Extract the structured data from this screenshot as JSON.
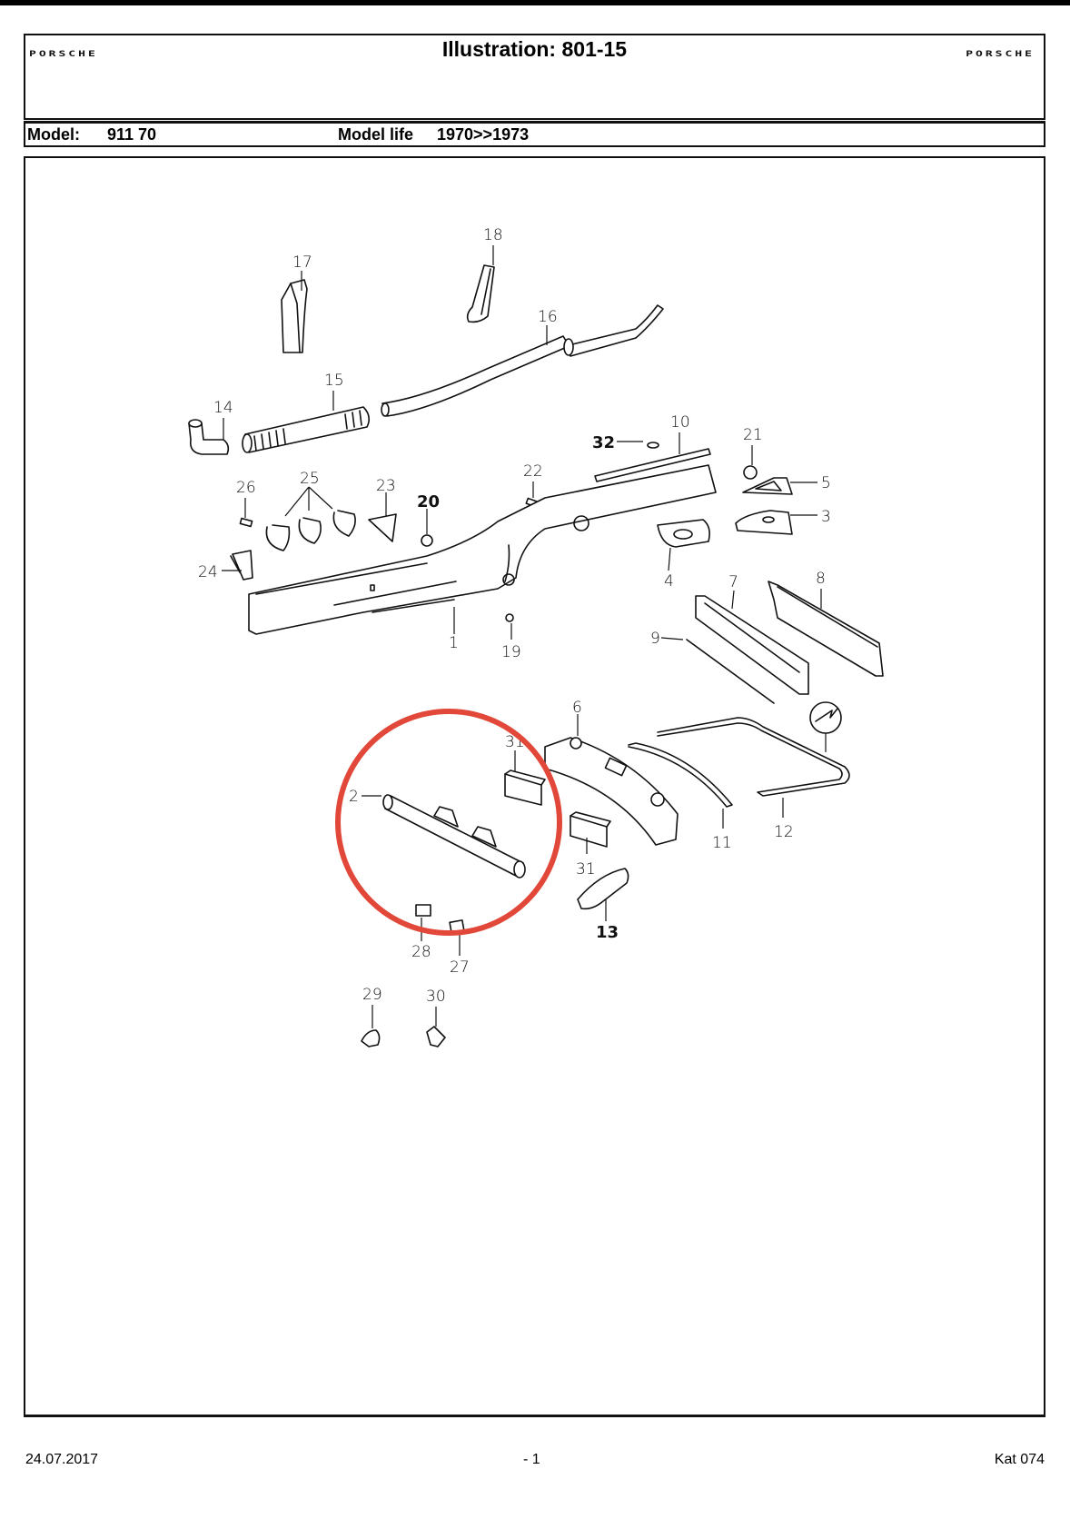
{
  "header": {
    "brand_left": "PORSCHE",
    "brand_right": "PORSCHE",
    "title": "Illustration: 801-15"
  },
  "model_bar": {
    "model_label": "Model:",
    "model_value": "911 70",
    "model_life_label": "Model life",
    "model_life_value": "1970>>1973"
  },
  "diagram": {
    "callouts": [
      {
        "id": "1",
        "label": "1"
      },
      {
        "id": "2",
        "label": "2"
      },
      {
        "id": "3",
        "label": "3"
      },
      {
        "id": "4",
        "label": "4"
      },
      {
        "id": "5",
        "label": "5"
      },
      {
        "id": "6",
        "label": "6"
      },
      {
        "id": "7",
        "label": "7"
      },
      {
        "id": "8",
        "label": "8"
      },
      {
        "id": "9",
        "label": "9"
      },
      {
        "id": "10",
        "label": "10"
      },
      {
        "id": "11",
        "label": "11"
      },
      {
        "id": "12",
        "label": "12"
      },
      {
        "id": "13",
        "label": "13"
      },
      {
        "id": "14",
        "label": "14"
      },
      {
        "id": "15",
        "label": "15"
      },
      {
        "id": "16",
        "label": "16"
      },
      {
        "id": "17",
        "label": "17"
      },
      {
        "id": "18",
        "label": "18"
      },
      {
        "id": "19",
        "label": "19"
      },
      {
        "id": "20",
        "label": "20"
      },
      {
        "id": "21",
        "label": "21"
      },
      {
        "id": "22",
        "label": "22"
      },
      {
        "id": "23",
        "label": "23"
      },
      {
        "id": "24",
        "label": "24"
      },
      {
        "id": "25",
        "label": "25"
      },
      {
        "id": "26",
        "label": "26"
      },
      {
        "id": "27",
        "label": "27"
      },
      {
        "id": "28",
        "label": "28"
      },
      {
        "id": "29",
        "label": "29"
      },
      {
        "id": "30",
        "label": "30"
      },
      {
        "id": "31a",
        "label": "31"
      },
      {
        "id": "31b",
        "label": "31"
      },
      {
        "id": "32",
        "label": "32"
      }
    ],
    "highlight": {
      "shape": "circle",
      "color": "#e2483a",
      "encloses": [
        "2",
        "28",
        "27"
      ]
    },
    "detail_symbol": "arrow-in-circle"
  },
  "footer": {
    "date": "24.07.2017",
    "page": "- 1",
    "catalog": "Kat 074"
  }
}
